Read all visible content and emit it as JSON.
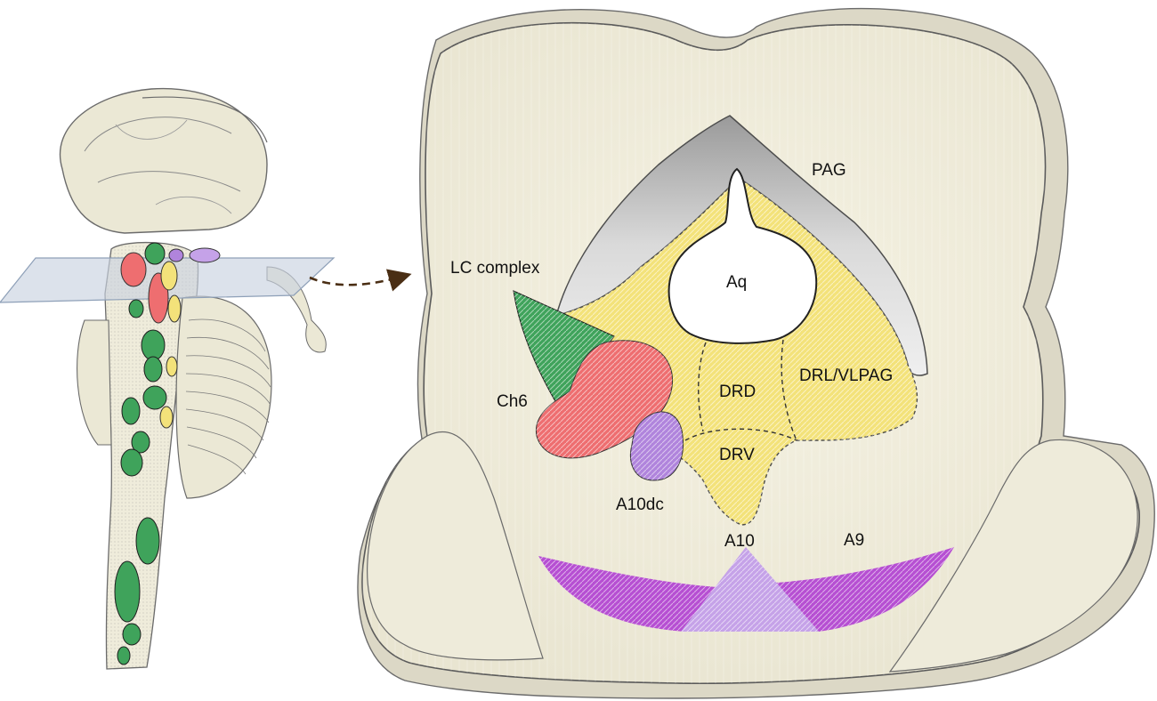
{
  "labels": {
    "pag": "PAG",
    "aq": "Aq",
    "lc_complex": "LC complex",
    "ch6": "Ch6",
    "drd": "DRD",
    "drv": "DRV",
    "drl_vlpag": "DRL/VLPAG",
    "a10dc": "A10dc",
    "a10": "A10",
    "a9": "A9"
  },
  "colors": {
    "tissue": "#f1eedd",
    "tissue_edge": "#dcd8c6",
    "outline": "#4d4d4d",
    "pag_grey": "#d4d4d4",
    "dorsal_raphe_yellow": "#f3e27a",
    "lc_green": "#3fa35b",
    "ch6_red": "#ee6e70",
    "a10dc_purple": "#b084dc",
    "a10_lavender": "#c5a2e8",
    "a9_violet": "#b64fd2",
    "arrow_brown": "#4a2e14",
    "section_plane": "#c9d3e0"
  }
}
